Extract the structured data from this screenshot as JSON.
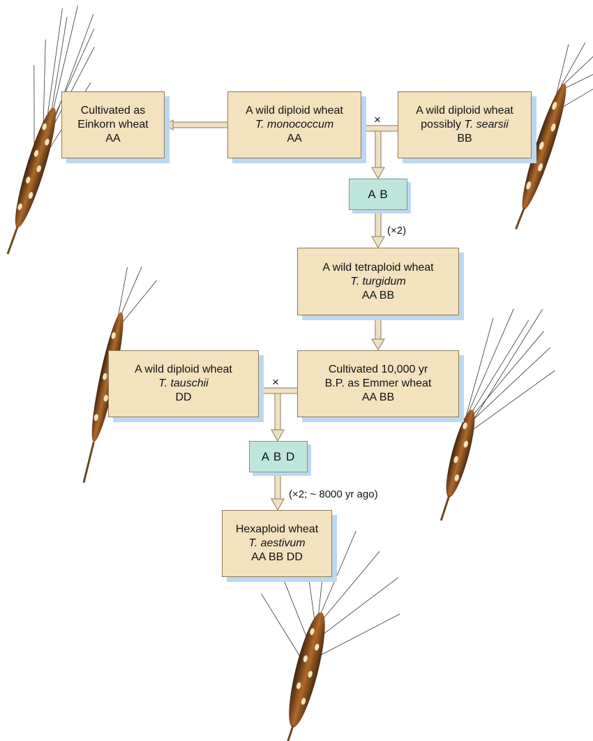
{
  "boxes": {
    "einkorn": {
      "line1": "Cultivated as",
      "line2": "Einkorn wheat",
      "genome": "AA"
    },
    "monococcum": {
      "line1": "A wild diploid wheat",
      "species": "T. monococcum",
      "genome": "AA"
    },
    "searsii": {
      "line1": "A wild diploid wheat",
      "prefix": "possibly ",
      "species": "T. searsii",
      "genome": "BB"
    },
    "turgidum": {
      "line1": "A wild tetraploid wheat",
      "species": "T. turgidum",
      "genome": "AA BB"
    },
    "tauschii": {
      "line1": "A wild diploid wheat",
      "species": "T. tauschii",
      "genome": "DD"
    },
    "emmer": {
      "line1": "Cultivated 10,000 yr",
      "line2": "B.P. as Emmer wheat",
      "genome": "AA BB"
    },
    "aestivum": {
      "line1": "Hexaploid wheat",
      "species": "T. aestivum",
      "genome": "AA BB DD"
    }
  },
  "hybrids": {
    "ab": "A B",
    "abd": "A B D"
  },
  "labels": {
    "double1": "(×2)",
    "double2": "(×2; ~ 8000 yr ago)",
    "cross1": "×",
    "cross2": "×"
  },
  "colors": {
    "species_box": "#f4e2bf",
    "hybrid_box": "#bfe6dc",
    "shadow": "#bcd8ee",
    "connector": "#efe1c4"
  }
}
